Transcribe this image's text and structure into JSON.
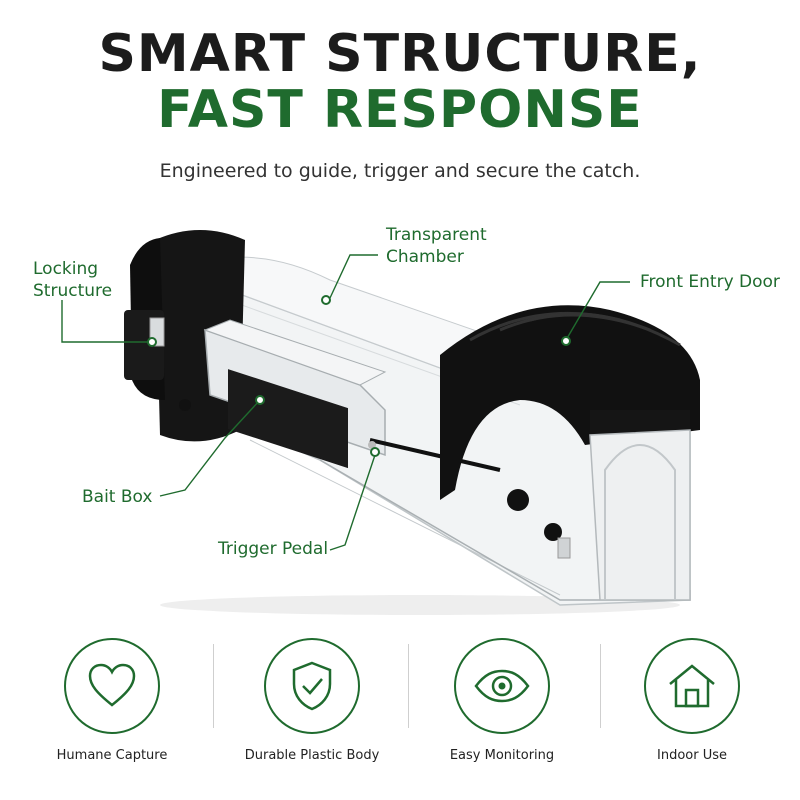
{
  "header": {
    "title_line1": "SMART STRUCTURE,",
    "title_line2": "FAST RESPONSE",
    "subtitle": "Engineered to guide, trigger and secure the catch."
  },
  "callouts": {
    "locking_1": "Locking",
    "locking_2": "Structure",
    "transparent_1": "Transparent",
    "transparent_2": "Chamber",
    "front_door": "Front Entry Door",
    "bait_box": "Bait Box",
    "trigger_pedal": "Trigger Pedal"
  },
  "features": [
    {
      "label": "Humane Capture",
      "icon": "heart-icon"
    },
    {
      "label": "Durable Plastic Body",
      "icon": "shield-check-icon"
    },
    {
      "label": "Easy Monitoring",
      "icon": "eye-icon"
    },
    {
      "label": "Indoor Use",
      "icon": "house-icon"
    }
  ],
  "colors": {
    "accent_green": "#1f6b2e",
    "headline_dark": "#1c1c1c",
    "trap_black": "#111111"
  }
}
